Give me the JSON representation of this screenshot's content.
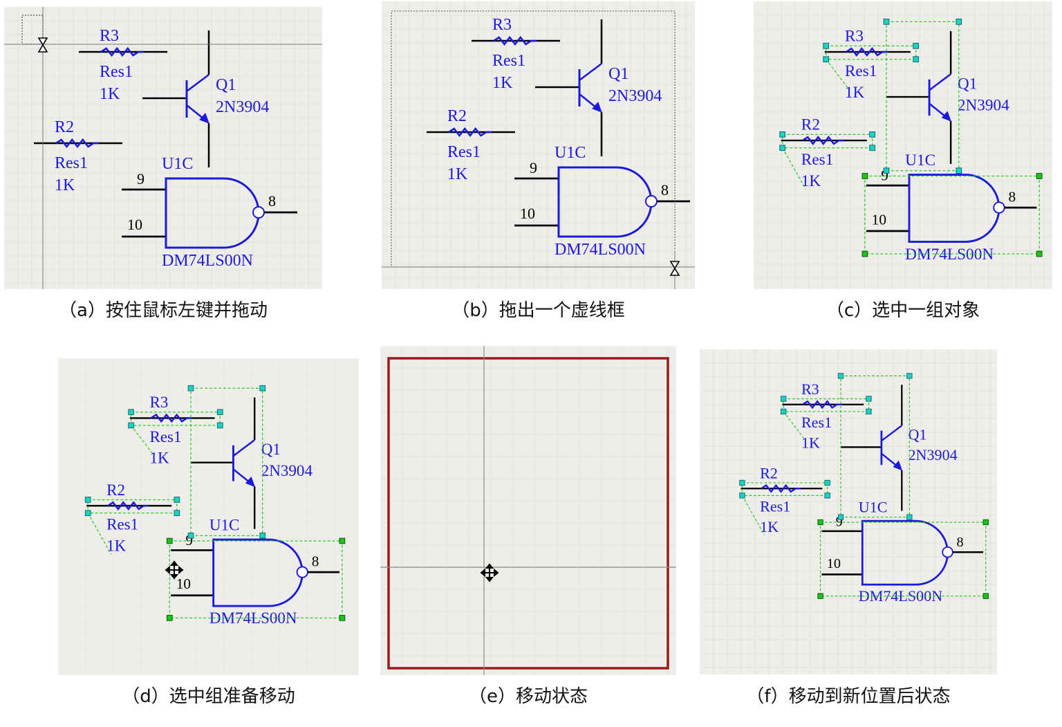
{
  "figure": {
    "panels": [
      {
        "id": "a",
        "caption": "（a）按住鼠标左键并拖动",
        "show_selection": false,
        "mode": "drag-start"
      },
      {
        "id": "b",
        "caption": "（b）拖出一个虚线框",
        "show_selection": false,
        "mode": "drag-box"
      },
      {
        "id": "c",
        "caption": "（c）选中一组对象",
        "show_selection": true,
        "mode": "selected"
      },
      {
        "id": "d",
        "caption": "（d）选中组准备移动",
        "show_selection": true,
        "mode": "ready-move"
      },
      {
        "id": "e",
        "caption": "（e）移动状态",
        "show_selection": false,
        "mode": "moving"
      },
      {
        "id": "f",
        "caption": "（f）移动到新位置后状态",
        "show_selection": true,
        "mode": "moved"
      }
    ],
    "schematic": {
      "r3_designator": "R3",
      "r3_comment": "Res1",
      "r3_value": "1K",
      "r2_designator": "R2",
      "r2_comment": "Res1",
      "r2_value": "1K",
      "q1_designator": "Q1",
      "q1_comment": "2N3904",
      "u1_designator": "U1C",
      "u1_comment": "DM74LS00N",
      "pin_in_a": "9",
      "pin_in_b": "10",
      "pin_out": "8"
    },
    "colors": {
      "component": "#1a1adc",
      "wire": "#000000",
      "selection": "#22cc22",
      "handle_cyan": "#19d3c5",
      "handle_green": "#1cc41c",
      "grid_bg": "#efedea",
      "move_frame": "#9b1a1a"
    }
  }
}
